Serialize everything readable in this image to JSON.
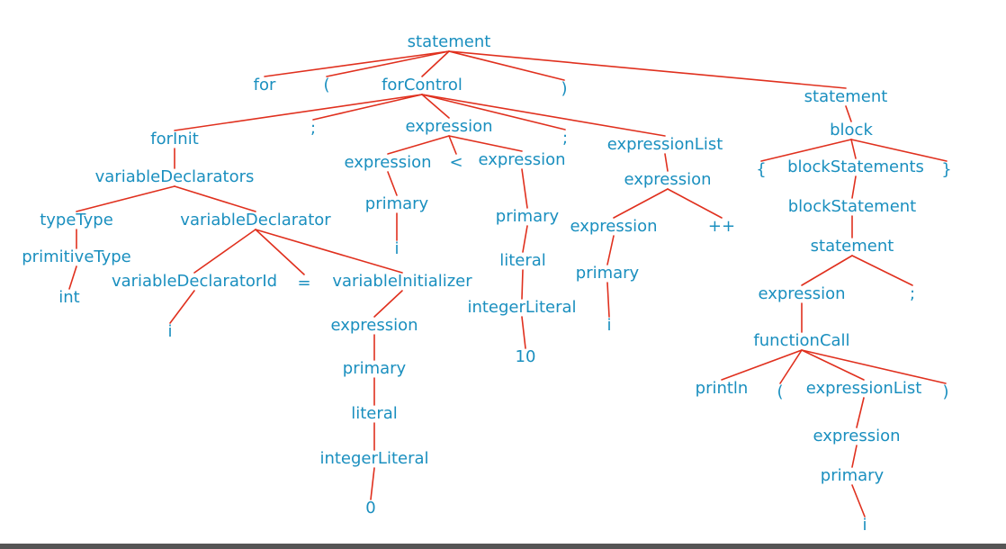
{
  "colors": {
    "node_text": "#1a8fbf",
    "edge": "#e0301e",
    "background": "#ffffff"
  },
  "tree": {
    "nodes": [
      {
        "id": "n0",
        "label": "statement"
      },
      {
        "id": "n1",
        "label": "for"
      },
      {
        "id": "n2",
        "label": "("
      },
      {
        "id": "n3",
        "label": "forControl"
      },
      {
        "id": "n4",
        "label": ")"
      },
      {
        "id": "n5",
        "label": "statement"
      },
      {
        "id": "n6",
        "label": "forInit"
      },
      {
        "id": "n7",
        "label": ";"
      },
      {
        "id": "n8",
        "label": "expression"
      },
      {
        "id": "n9",
        "label": ";"
      },
      {
        "id": "n10",
        "label": "expressionList"
      },
      {
        "id": "n11",
        "label": "variableDeclarators"
      },
      {
        "id": "n12",
        "label": "typeType"
      },
      {
        "id": "n13",
        "label": "variableDeclarator"
      },
      {
        "id": "n14",
        "label": "primitiveType"
      },
      {
        "id": "n15",
        "label": "int"
      },
      {
        "id": "n16",
        "label": "variableDeclaratorId"
      },
      {
        "id": "n17",
        "label": "="
      },
      {
        "id": "n18",
        "label": "variableInitializer"
      },
      {
        "id": "n19",
        "label": "i"
      },
      {
        "id": "n20",
        "label": "expression"
      },
      {
        "id": "n21",
        "label": "primary"
      },
      {
        "id": "n22",
        "label": "literal"
      },
      {
        "id": "n23",
        "label": "integerLiteral"
      },
      {
        "id": "n24",
        "label": "0"
      },
      {
        "id": "n25",
        "label": "expression"
      },
      {
        "id": "n26",
        "label": "<"
      },
      {
        "id": "n27",
        "label": "expression"
      },
      {
        "id": "n28",
        "label": "primary"
      },
      {
        "id": "n29",
        "label": "i"
      },
      {
        "id": "n30",
        "label": "primary"
      },
      {
        "id": "n31",
        "label": "literal"
      },
      {
        "id": "n32",
        "label": "integerLiteral"
      },
      {
        "id": "n33",
        "label": "10"
      },
      {
        "id": "n34",
        "label": "expression"
      },
      {
        "id": "n35",
        "label": "expression"
      },
      {
        "id": "n36",
        "label": "++"
      },
      {
        "id": "n37",
        "label": "primary"
      },
      {
        "id": "n38",
        "label": "i"
      },
      {
        "id": "n39",
        "label": "block"
      },
      {
        "id": "n40",
        "label": "{"
      },
      {
        "id": "n41",
        "label": "blockStatements"
      },
      {
        "id": "n42",
        "label": "}"
      },
      {
        "id": "n43",
        "label": "blockStatement"
      },
      {
        "id": "n44",
        "label": "statement"
      },
      {
        "id": "n45",
        "label": "expression"
      },
      {
        "id": "n46",
        "label": ";"
      },
      {
        "id": "n47",
        "label": "functionCall"
      },
      {
        "id": "n48",
        "label": "println"
      },
      {
        "id": "n49",
        "label": "("
      },
      {
        "id": "n50",
        "label": "expressionList"
      },
      {
        "id": "n51",
        "label": ")"
      },
      {
        "id": "n52",
        "label": "expression"
      },
      {
        "id": "n53",
        "label": "primary"
      },
      {
        "id": "n54",
        "label": "i"
      }
    ],
    "edges": [
      [
        "n0",
        "n1"
      ],
      [
        "n0",
        "n2"
      ],
      [
        "n0",
        "n3"
      ],
      [
        "n0",
        "n4"
      ],
      [
        "n0",
        "n5"
      ],
      [
        "n3",
        "n6"
      ],
      [
        "n3",
        "n7"
      ],
      [
        "n3",
        "n8"
      ],
      [
        "n3",
        "n9"
      ],
      [
        "n3",
        "n10"
      ],
      [
        "n6",
        "n11"
      ],
      [
        "n11",
        "n12"
      ],
      [
        "n11",
        "n13"
      ],
      [
        "n12",
        "n14"
      ],
      [
        "n14",
        "n15"
      ],
      [
        "n13",
        "n16"
      ],
      [
        "n13",
        "n17"
      ],
      [
        "n13",
        "n18"
      ],
      [
        "n16",
        "n19"
      ],
      [
        "n18",
        "n20"
      ],
      [
        "n20",
        "n21"
      ],
      [
        "n21",
        "n22"
      ],
      [
        "n22",
        "n23"
      ],
      [
        "n23",
        "n24"
      ],
      [
        "n8",
        "n25"
      ],
      [
        "n8",
        "n26"
      ],
      [
        "n8",
        "n27"
      ],
      [
        "n25",
        "n28"
      ],
      [
        "n28",
        "n29"
      ],
      [
        "n27",
        "n30"
      ],
      [
        "n30",
        "n31"
      ],
      [
        "n31",
        "n32"
      ],
      [
        "n32",
        "n33"
      ],
      [
        "n10",
        "n34"
      ],
      [
        "n34",
        "n35"
      ],
      [
        "n34",
        "n36"
      ],
      [
        "n35",
        "n37"
      ],
      [
        "n37",
        "n38"
      ],
      [
        "n5",
        "n39"
      ],
      [
        "n39",
        "n40"
      ],
      [
        "n39",
        "n41"
      ],
      [
        "n39",
        "n42"
      ],
      [
        "n41",
        "n43"
      ],
      [
        "n43",
        "n44"
      ],
      [
        "n44",
        "n45"
      ],
      [
        "n44",
        "n46"
      ],
      [
        "n45",
        "n47"
      ],
      [
        "n47",
        "n48"
      ],
      [
        "n47",
        "n49"
      ],
      [
        "n47",
        "n50"
      ],
      [
        "n47",
        "n51"
      ],
      [
        "n50",
        "n52"
      ],
      [
        "n52",
        "n53"
      ],
      [
        "n53",
        "n54"
      ]
    ]
  }
}
